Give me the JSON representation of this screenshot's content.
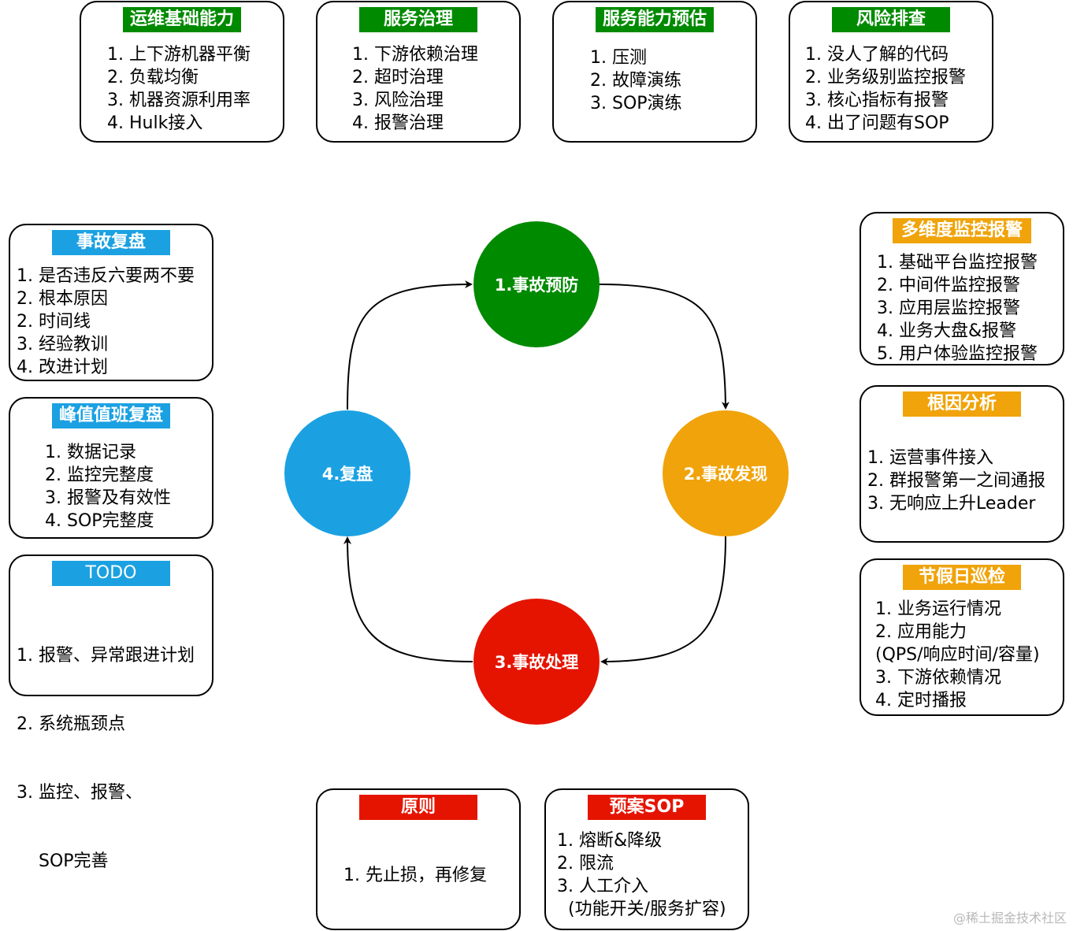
{
  "top": {
    "ops": {
      "title": "运维基础能力",
      "items": [
        "1. 上下游机器平衡",
        "2. 负载均衡",
        "3. 机器资源利用率",
        "4. Hulk接入"
      ]
    },
    "governance": {
      "title": "服务治理",
      "items": [
        "1. 下游依赖治理",
        "2. 超时治理",
        "3. 风险治理",
        "4. 报警治理"
      ]
    },
    "capacity": {
      "title": "服务能力预估",
      "items": [
        "1. 压测",
        "2. 故障演练",
        "3. SOP演练"
      ]
    },
    "risk": {
      "title": "风险排查",
      "items": [
        "1. 没人了解的代码",
        "2. 业务级别监控报警",
        "3. 核心指标有报警",
        "4. 出了问题有SOP"
      ]
    }
  },
  "left": {
    "review": {
      "title": "事故复盘",
      "items": [
        "1. 是否违反六要两不要",
        "2. 根本原因",
        "2. 时间线",
        "3. 经验教训",
        "4. 改进计划"
      ]
    },
    "peak": {
      "title": "峰值值班复盘",
      "items": [
        "1. 数据记录",
        "2. 监控完整度",
        "3. 报警及有效性",
        "4. SOP完整度"
      ]
    },
    "todo": {
      "title": "TODO",
      "items": [
        "1. 报警、异常跟进计划",
        "2. 系统瓶颈点",
        "3. 监控、报警、",
        "    SOP完善"
      ]
    }
  },
  "right": {
    "monitor": {
      "title": "多维度监控报警",
      "items": [
        "1. 基础平台监控报警",
        "2. 中间件监控报警",
        "3. 应用层监控报警",
        "4. 业务大盘&报警",
        "5. 用户体验监控报警"
      ]
    },
    "rootcause": {
      "title": "根因分析",
      "items": [
        "1. 运营事件接入",
        "2. 群报警第一之间通报",
        "3. 无响应上升Leader"
      ]
    },
    "holiday": {
      "title": "节假日巡检",
      "items": [
        "1. 业务运行情况",
        "2. 应用能力",
        "(QPS/响应时间/容量)",
        "3. 下游依赖情况",
        "4. 定时播报"
      ]
    }
  },
  "bottom": {
    "principle": {
      "title": "原则",
      "items": [
        "1. 先止损，再修复"
      ]
    },
    "sop": {
      "title": "预案SOP",
      "items": [
        "1. 熔断&降级",
        "2. 限流",
        "3. 人工介入",
        "  (功能开关/服务扩容)"
      ]
    }
  },
  "cycle": {
    "prevent": "1.事故预防",
    "detect": "2.事故发现",
    "handle": "3.事故处理",
    "review": "4.复盘"
  },
  "colors": {
    "green": "#008a00",
    "orange": "#f0a30a",
    "red": "#e51400",
    "blue": "#1ba1e2"
  },
  "watermark": "@稀土掘金技术社区"
}
